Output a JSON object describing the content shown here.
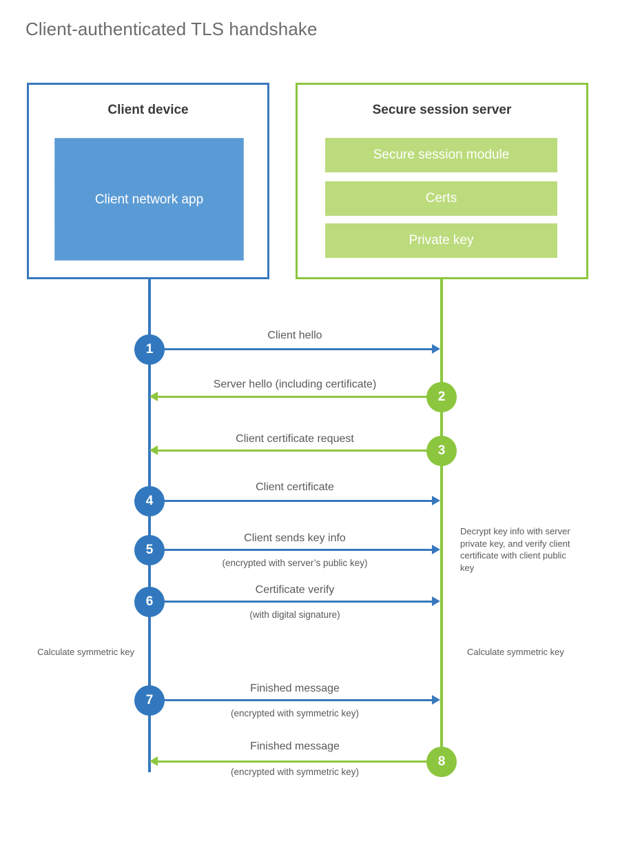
{
  "title": "Client-authenticated TLS handshake",
  "colors": {
    "blue_accent": "#3778be",
    "blue_fill": "#5b9bd5",
    "green_accent": "#8cc63e",
    "green_fill": "#bcdb7c",
    "text": "#58595b",
    "title_text": "#6b6c6e",
    "background": "#ffffff"
  },
  "parties": {
    "client": {
      "title": "Client device",
      "app_label": "Client network app"
    },
    "server": {
      "title": "Secure session server",
      "modules": [
        "Secure session module",
        "Certs",
        "Private key"
      ]
    }
  },
  "steps": [
    {
      "number": "1",
      "direction": "client-to-server",
      "color": "blue",
      "label": "Client hello",
      "sublabel": ""
    },
    {
      "number": "2",
      "direction": "server-to-client",
      "color": "green",
      "label": "Server hello (including certificate)",
      "sublabel": ""
    },
    {
      "number": "3",
      "direction": "server-to-client",
      "color": "green",
      "label": "Client certificate request",
      "sublabel": ""
    },
    {
      "number": "4",
      "direction": "client-to-server",
      "color": "blue",
      "label": "Client certificate",
      "sublabel": ""
    },
    {
      "number": "5",
      "direction": "client-to-server",
      "color": "blue",
      "label": "Client sends key info",
      "sublabel": "(encrypted with server’s public key)"
    },
    {
      "number": "6",
      "direction": "client-to-server",
      "color": "blue",
      "label": "Certificate verify",
      "sublabel": "(with digital signature)"
    },
    {
      "number": "7",
      "direction": "client-to-server",
      "color": "blue",
      "label": "Finished message",
      "sublabel": "(encrypted with symmetric key)"
    },
    {
      "number": "8",
      "direction": "server-to-client",
      "color": "green",
      "label": "Finished message",
      "sublabel": "(encrypted with symmetric key)"
    }
  ],
  "annotations": {
    "server_decrypt": "Decrypt key info with server private key, and verify client certificate with client public key",
    "client_calculate": "Calculate symmetric key",
    "server_calculate": "Calculate symmetric key"
  }
}
